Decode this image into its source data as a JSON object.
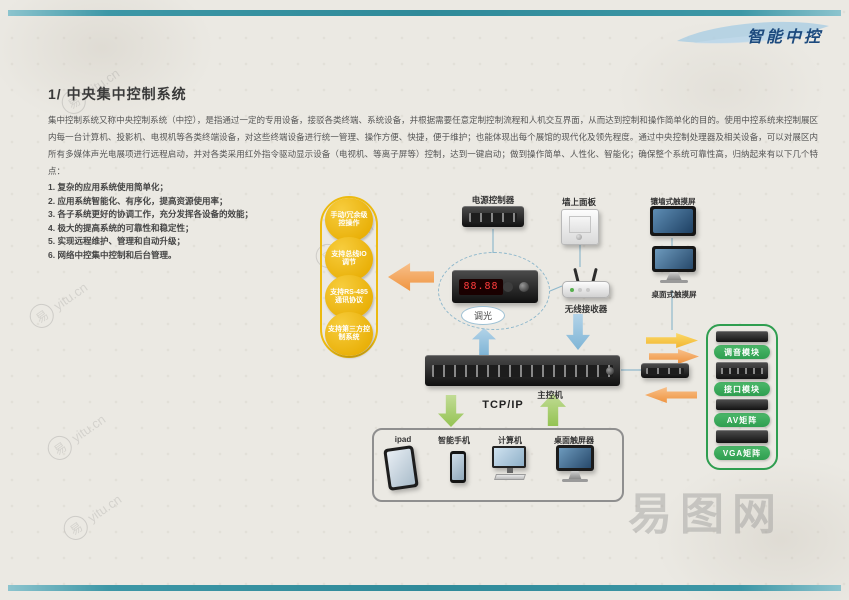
{
  "header": {
    "brand": "智能中控"
  },
  "content": {
    "title": "1/ 中央集中控制系统",
    "paragraph": "集中控制系统又称中央控制系统（中控），是指通过一定的专用设备，接驳各类终端、系统设备，并根据需要任意定制控制流程和人机交互界面，从而达到控制和操作简单化的目的。使用中控系统来控制展区内每一台计算机、投影机、电视机等各类终端设备，对这些终端设备进行统一管理、操作方便、快捷，便于维护；也能体现出每个展馆的现代化及领先程度。通过中央控制处理器及相关设备，可以对展区内所有多媒体声光电展项进行远程启动，并对各类采用红外指令驱动显示设备（电视机、等离子屏等）控制，达到一键启动；做到操作简单、人性化、智能化；确保整个系统可靠性高，归纳起来有以下几个特点：",
    "features": [
      "1. 复杂的应用系统使用简单化；",
      "2. 应用系统智能化、有序化，提高资源使用率；",
      "3. 各子系统更好的协调工作，充分发挥各设备的效能；",
      "4. 极大的提高系统的可靠性和稳定性；",
      "5. 实现远程维护、管理和自动升级；",
      "6. 网络中控集中控制和后台管理。"
    ]
  },
  "diagram": {
    "capsules": [
      "手动/冗余级控操作",
      "支持总线IO调节",
      "支持RS-485通讯协议",
      "支持第三方控制系统"
    ],
    "nodes": {
      "power_controller": "电源控制器",
      "wall_panel": "墙上面板",
      "wall_touchscreen": "镶墙式触摸屏",
      "desk_touchscreen": "桌面式触摸屏",
      "dimmer": "调光",
      "dimmer_display": "88.88",
      "wireless_receiver": "无线接收器",
      "main_controller": "主控机",
      "network": "TCP/IP"
    },
    "clients": [
      "ipad",
      "智能手机",
      "计算机",
      "桌面触屏器"
    ],
    "modules": [
      "调音模块",
      "接口模块",
      "AV矩阵",
      "VGA矩阵"
    ]
  },
  "watermark": {
    "glyph": "易",
    "site": "yitu.cn",
    "site_name": "易图网"
  },
  "colors": {
    "accent_teal": "#3d97a6",
    "brand_blue": "#1c4a7e",
    "capsule_yellow": "#eab008",
    "module_green": "#2f9e50",
    "arrow_orange": "#ef9440",
    "arrow_blue": "#7fb5d6",
    "arrow_green": "#94c353"
  }
}
